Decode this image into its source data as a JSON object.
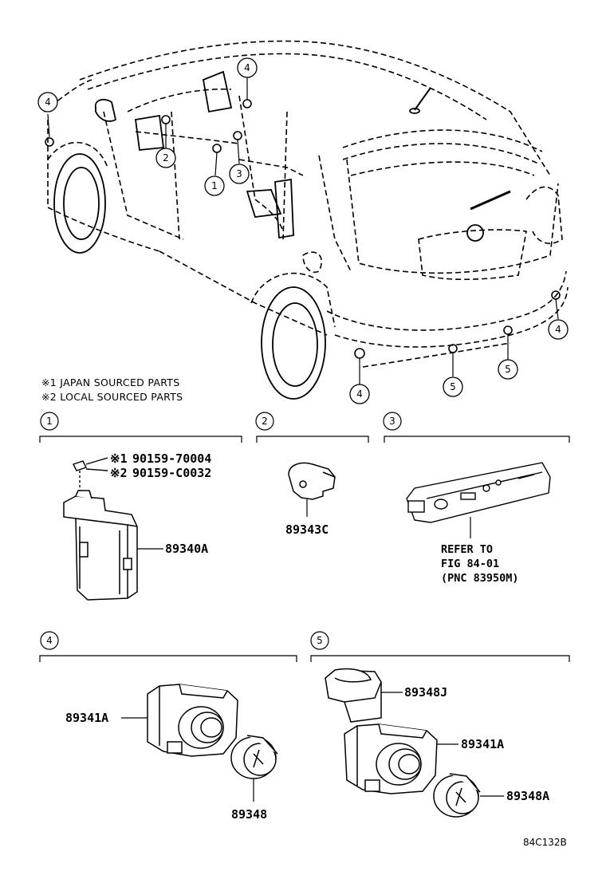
{
  "notes": {
    "n1": "※1 JAPAN SOURCED PARTS",
    "n2": "※2 LOCAL SOURCED PARTS"
  },
  "callouts": {
    "c1": "1",
    "c2": "2",
    "c3": "3",
    "c4": "4",
    "c5": "5"
  },
  "section1": {
    "label": "1",
    "bolt_mark1": "※1",
    "bolt_pn1": "90159-70004",
    "bolt_mark2": "※2",
    "bolt_pn2": "90159-C0032",
    "part": "89340A"
  },
  "section2": {
    "label": "2",
    "part": "89343C"
  },
  "section3": {
    "label": "3",
    "ref1": "REFER TO",
    "ref2": "FIG 84-01",
    "ref3": "(PNC 83950M)"
  },
  "section4": {
    "label": "4",
    "part_a": "89341A",
    "part_b": "89348"
  },
  "section5": {
    "label": "5",
    "part_a": "89348J",
    "part_b": "89341A",
    "part_c": "89348A"
  },
  "figure_code": "84C132B"
}
